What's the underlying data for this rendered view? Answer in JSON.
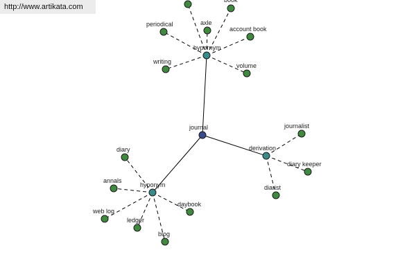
{
  "watermark": "http://www.artikata.com",
  "colors": {
    "root": "#3b4a8c",
    "hub": "#3a8a8a",
    "leaf": "#3f8a3f"
  },
  "graph": {
    "root": {
      "id": "journal",
      "label": "journal"
    },
    "hubs": [
      {
        "id": "hypernym",
        "label": "hypernym",
        "leaves": [
          {
            "id": "leaf-1",
            "label": ""
          },
          {
            "id": "book",
            "label": "book"
          },
          {
            "id": "periodical",
            "label": "periodical"
          },
          {
            "id": "axle",
            "label": "axle"
          },
          {
            "id": "account-book",
            "label": "account book"
          },
          {
            "id": "writing",
            "label": "writing"
          },
          {
            "id": "volume",
            "label": "volume"
          }
        ]
      },
      {
        "id": "derivation",
        "label": "derivation",
        "leaves": [
          {
            "id": "journalist",
            "label": "journalist"
          },
          {
            "id": "diary-keeper",
            "label": "diary keeper"
          },
          {
            "id": "diarist",
            "label": "diarist"
          }
        ]
      },
      {
        "id": "hyponym",
        "label": "hyponym",
        "leaves": [
          {
            "id": "diary",
            "label": "diary"
          },
          {
            "id": "annals",
            "label": "annals"
          },
          {
            "id": "web-log",
            "label": "web log"
          },
          {
            "id": "ledger",
            "label": "ledger"
          },
          {
            "id": "blog",
            "label": "blog"
          },
          {
            "id": "daybook",
            "label": "daybook"
          }
        ]
      }
    ]
  }
}
